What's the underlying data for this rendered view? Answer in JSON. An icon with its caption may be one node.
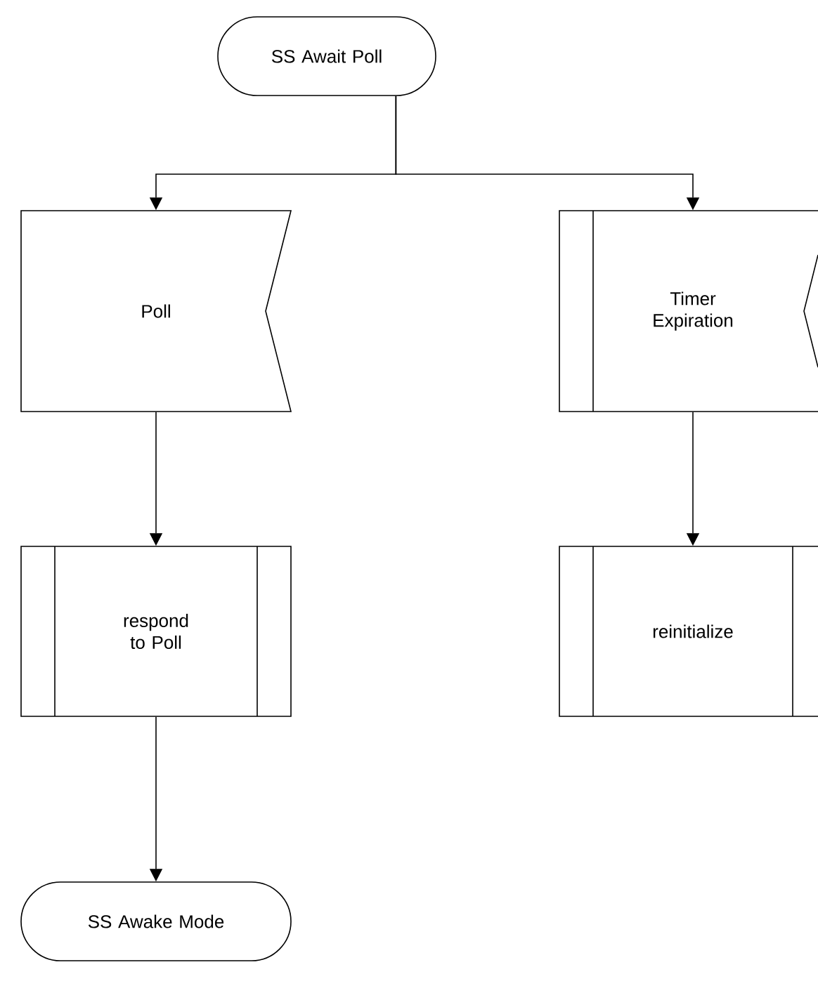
{
  "diagram": {
    "nodes": [
      {
        "text": [
          "SS Await Poll"
        ]
      },
      {
        "text": [
          "Poll"
        ]
      },
      {
        "text": [
          "Timer Expiration"
        ]
      },
      {
        "text": [
          "respond to Poll"
        ]
      },
      {
        "text": [
          "reinitialize"
        ]
      },
      {
        "text": [
          "SS Awake Mode"
        ]
      }
    ],
    "edges": [
      {
        "from": 0,
        "to": 1,
        "arrow": "to"
      },
      {
        "from": 0,
        "to": 2,
        "arrow": "to"
      },
      {
        "from": 1,
        "to": 3,
        "arrow": "to"
      },
      {
        "from": 2,
        "to": 4,
        "arrow": "to"
      },
      {
        "from": 3,
        "to": 5,
        "arrow": "to"
      }
    ]
  }
}
